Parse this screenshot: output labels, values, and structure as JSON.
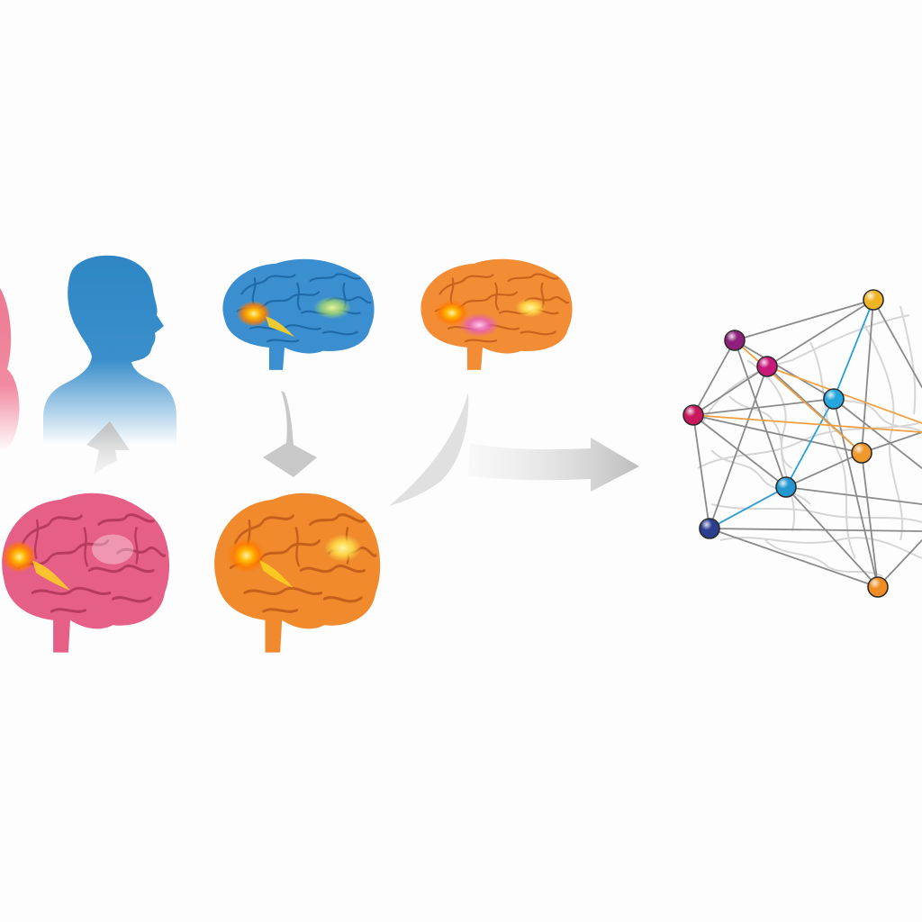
{
  "colors": {
    "background": "#fdfdfd",
    "blue": "#2f86c6",
    "pink": "#e2577d",
    "orange": "#f08a2c",
    "arrow": "#c9c9c9",
    "highlight": "#ffd21f",
    "network_line": "#8f8f8f",
    "network_bg_line": "#cfcfcf"
  },
  "figures": [
    {
      "id": "female-silhouette",
      "color": "pink",
      "partial": true
    },
    {
      "id": "male-silhouette",
      "color": "blue"
    }
  ],
  "brains": [
    {
      "id": "blue-brain",
      "color": "blue",
      "highlights": [
        "yellow-orange",
        "green"
      ]
    },
    {
      "id": "orange-brain-top",
      "color": "orange",
      "highlights": [
        "orange",
        "magenta",
        "yellow"
      ]
    },
    {
      "id": "pink-brain",
      "color": "pink",
      "highlights": [
        "orange",
        "yellow"
      ]
    },
    {
      "id": "orange-brain-bottom",
      "color": "orange",
      "highlights": [
        "orange",
        "yellow"
      ]
    }
  ],
  "network_nodes": [
    {
      "id": "n1",
      "color": "#8e1f7a"
    },
    {
      "id": "n2",
      "color": "#c8187a"
    },
    {
      "id": "n3",
      "color": "#f0b324"
    },
    {
      "id": "n4",
      "color": "#c8185e"
    },
    {
      "id": "n5",
      "color": "#25a6dc"
    },
    {
      "id": "n6",
      "color": "#f0982a"
    },
    {
      "id": "n7",
      "color": "#2497d0"
    },
    {
      "id": "n8",
      "color": "#2b3e8f"
    },
    {
      "id": "n9",
      "color": "#f08c24"
    }
  ]
}
